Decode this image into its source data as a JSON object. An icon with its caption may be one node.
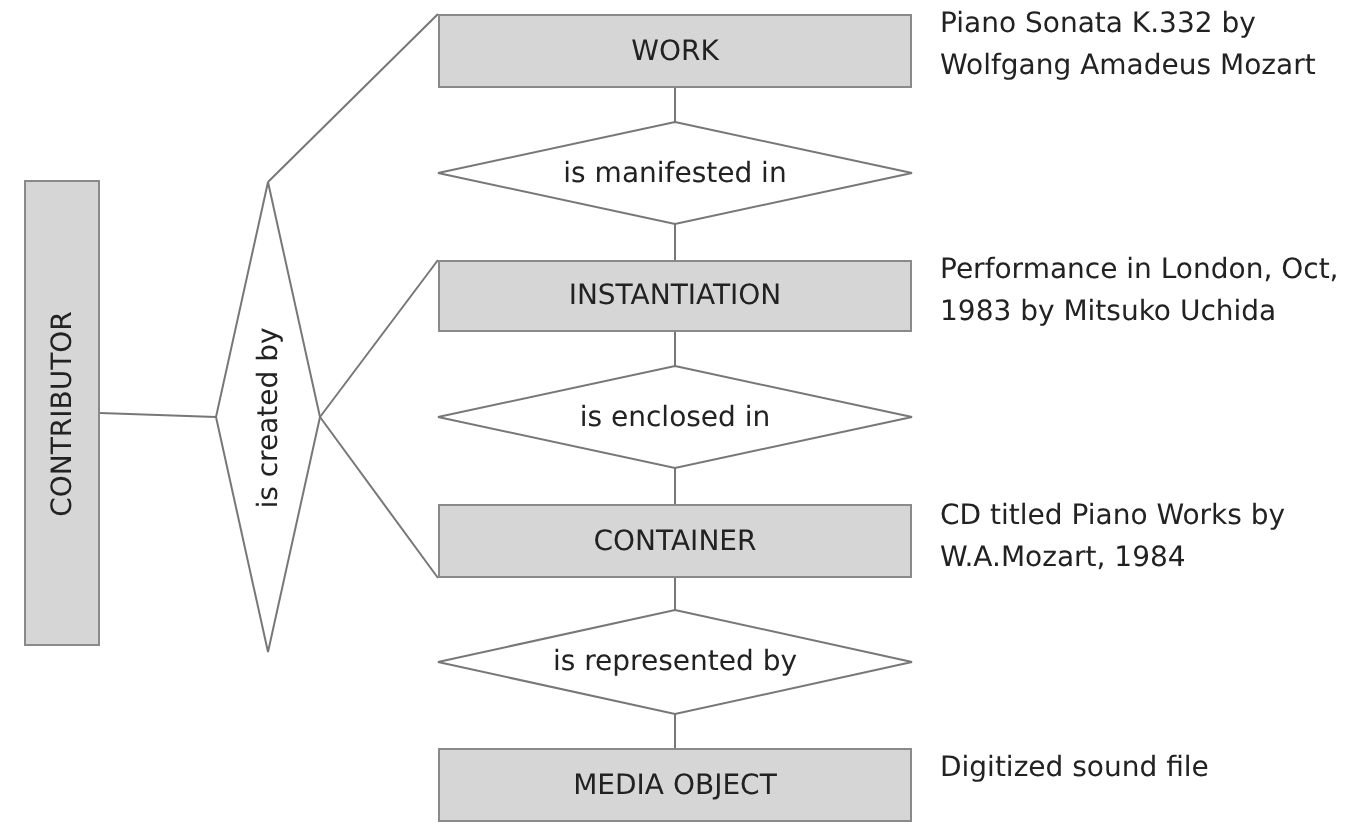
{
  "diagram": {
    "nodes": [
      {
        "text": [
          "CONTRIBUTOR"
        ]
      },
      {
        "text": [
          "is created by"
        ]
      },
      {
        "text": [
          "WORK"
        ],
        "beside": [
          "Piano Sonata K.332 by Wolfgang Amadeus Mozart"
        ]
      },
      {
        "text": [
          "is manifested in"
        ]
      },
      {
        "text": [
          "INSTANTIATION"
        ],
        "beside": [
          "Performance in London, Oct, 1983 by Mitsuko Uchida"
        ]
      },
      {
        "text": [
          "is enclosed in"
        ]
      },
      {
        "text": [
          "CONTAINER"
        ],
        "beside": [
          "CD titled Piano Works by W.A.Mozart, 1984"
        ]
      },
      {
        "text": [
          "is represented by"
        ]
      },
      {
        "text": [
          "MEDIA OBJECT"
        ],
        "beside": [
          "Digitized sound file"
        ]
      }
    ],
    "edges": [
      {
        "from": 0,
        "to": 1,
        "arrow": "none"
      },
      {
        "from": 1,
        "to": 2,
        "arrow": "none"
      },
      {
        "from": 1,
        "to": 4,
        "arrow": "none"
      },
      {
        "from": 1,
        "to": 6,
        "arrow": "none"
      },
      {
        "from": 2,
        "to": 3,
        "arrow": "none"
      },
      {
        "from": 3,
        "to": 4,
        "arrow": "none"
      },
      {
        "from": 4,
        "to": 5,
        "arrow": "none"
      },
      {
        "from": 5,
        "to": 6,
        "arrow": "none"
      },
      {
        "from": 6,
        "to": 7,
        "arrow": "none"
      },
      {
        "from": 7,
        "to": 8,
        "arrow": "none"
      }
    ]
  }
}
